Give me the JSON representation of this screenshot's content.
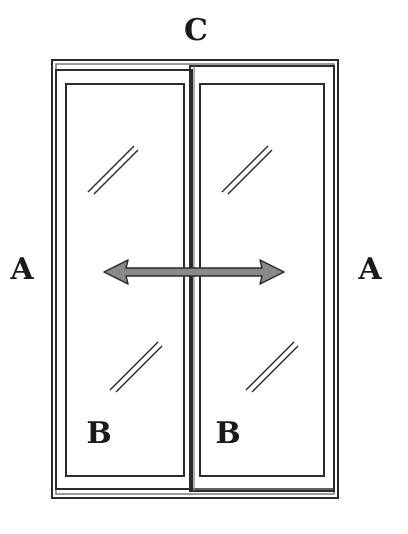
{
  "diagram": {
    "labels": {
      "top": "C",
      "left": "A",
      "right": "A",
      "panel_left": "B",
      "panel_right": "B"
    },
    "colors": {
      "line": "#2b2b2b",
      "frame_gray": "#7a7a7a",
      "arrow_fill": "#8a8a8a",
      "arrow_stroke": "#2b2b2b"
    },
    "icons": {
      "arrow": "double-arrow-icon",
      "glare": "glass-glare-icon"
    }
  }
}
